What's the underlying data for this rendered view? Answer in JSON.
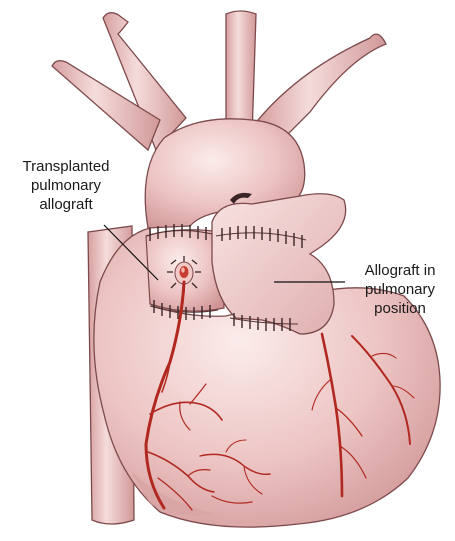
{
  "labels": {
    "transplanted": [
      "Transplanted",
      "pulmonary",
      "allograft"
    ],
    "allograft": [
      "Allograft in",
      "pulmonary",
      "position"
    ]
  },
  "colors": {
    "tissue": "#ecc4c3",
    "tissue_shadow": "#cc8e8f",
    "outline": "#7d4a4c",
    "vessel": "#b0281f",
    "suture": "#3a2526"
  }
}
